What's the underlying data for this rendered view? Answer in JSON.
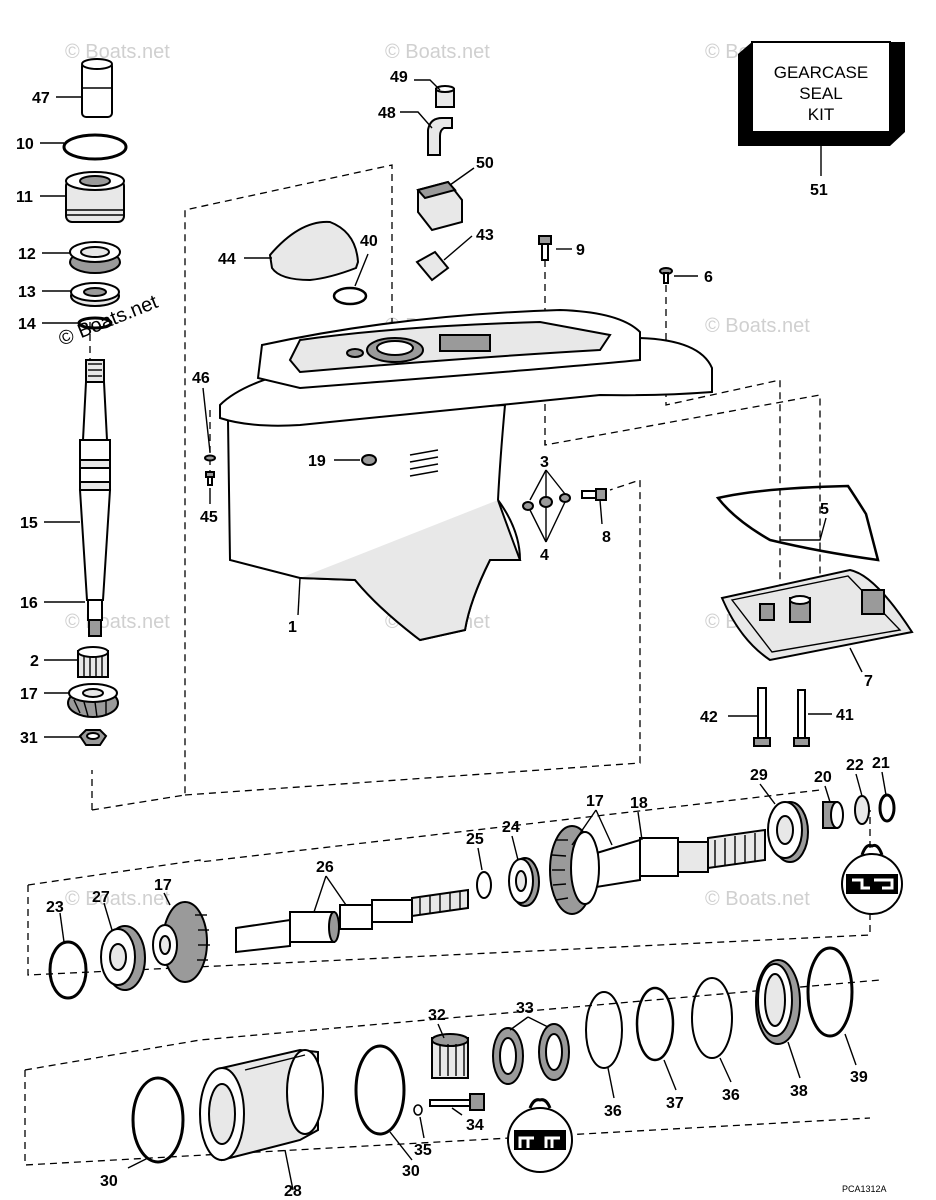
{
  "watermark": "© Boats.net",
  "kit_box": {
    "line1": "GEARCASE",
    "line2": "SEAL",
    "line3": "KIT"
  },
  "drawing_code": "PCA1312A",
  "callouts": {
    "c47": "47",
    "c10": "10",
    "c11": "11",
    "c12": "12",
    "c13": "13",
    "c14": "14",
    "c15": "15",
    "c16": "16",
    "c2": "2",
    "c17a": "17",
    "c31": "31",
    "c49": "49",
    "c48": "48",
    "c50": "50",
    "c43": "43",
    "c44": "44",
    "c40": "40",
    "c9": "9",
    "c6": "6",
    "c51": "51",
    "c46": "46",
    "c45": "45",
    "c19": "19",
    "c1": "1",
    "c3": "3",
    "c4": "4",
    "c8": "8",
    "c5": "5",
    "c7": "7",
    "c42": "42",
    "c41": "41",
    "c29": "29",
    "c20": "20",
    "c22": "22",
    "c21": "21",
    "c17b": "17",
    "c18": "18",
    "c25": "25",
    "c24": "24",
    "c26": "26",
    "c23": "23",
    "c27": "27",
    "c17c": "17",
    "c32": "32",
    "c33": "33",
    "c34": "34",
    "c35": "35",
    "c36a": "36",
    "c37": "37",
    "c36b": "36",
    "c38": "38",
    "c39": "39",
    "c30a": "30",
    "c28": "28",
    "c30b": "30"
  },
  "icons": [
    "seal-lip-icon",
    "seal-lip-icon"
  ]
}
